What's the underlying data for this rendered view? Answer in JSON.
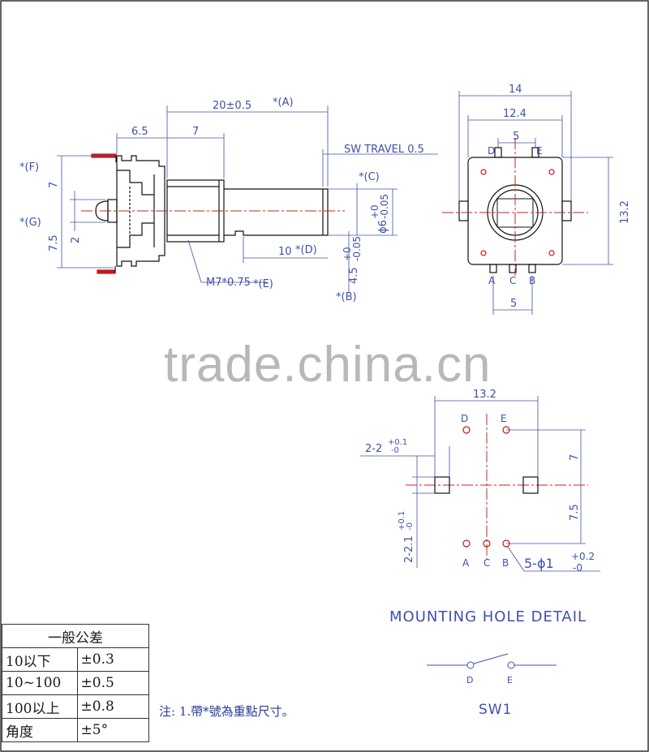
{
  "dims": {
    "total_len": "20±0.5",
    "mark_a": "*(A)",
    "seg_6_5": "6.5",
    "seg_7_top": "7",
    "sw_travel": "SW TRAVEL 0.5",
    "mark_f": "*(F)",
    "mark_c": "*(C)",
    "left_7": "7",
    "mark_g": "*(G)",
    "left_7_5": "7.5",
    "left_2": "2",
    "shaft_dia": "ϕ6",
    "shaft_dia_tol_up": "+0",
    "shaft_dia_tol_dn": "-0.05",
    "len_10": "10",
    "mark_d": "*(D)",
    "thread": "M7*0.75",
    "mark_e": "*(E)",
    "flat": "4.5",
    "flat_tol_up": "+0",
    "flat_tol_dn": "-0.05",
    "mark_b": "*(B)",
    "width_14": "14",
    "width_12_4": "12.4",
    "pin_5_top": "5",
    "pin_d": "D",
    "pin_e": "E",
    "height_13_2": "13.2",
    "pin_a": "A",
    "pin_c": "C",
    "pin_b": "B",
    "pin_5_bot": "5"
  },
  "watermark": "trade.china.cn",
  "mounting": {
    "width": "13.2",
    "hole_d": "D",
    "hole_e": "E",
    "slot_w": "2-2",
    "slot_w_up": "+0.1",
    "slot_w_dn": "-0",
    "right_7": "7",
    "right_7_5": "7.5",
    "slot_h": "2-2.1",
    "slot_h_up": "+0.1",
    "slot_h_dn": "-0",
    "hole_a": "A",
    "hole_c": "C",
    "hole_b": "B",
    "holes": "5-ϕ1",
    "holes_up": "+0.2",
    "holes_dn": "-0",
    "caption": "MOUNTING HOLE DETAIL"
  },
  "switch": {
    "pin_d": "D",
    "pin_e": "E",
    "caption": "SW1"
  },
  "tolerance": {
    "title": "一般公差",
    "rows": [
      {
        "range": "10以下",
        "tol": "±0.3"
      },
      {
        "range": "10~100",
        "tol": "±0.5"
      },
      {
        "range": "100以上",
        "tol": "±0.8"
      },
      {
        "range": "角度",
        "tol": "±5°"
      }
    ]
  },
  "note": "注: 1.帶*號為重點尺寸。"
}
